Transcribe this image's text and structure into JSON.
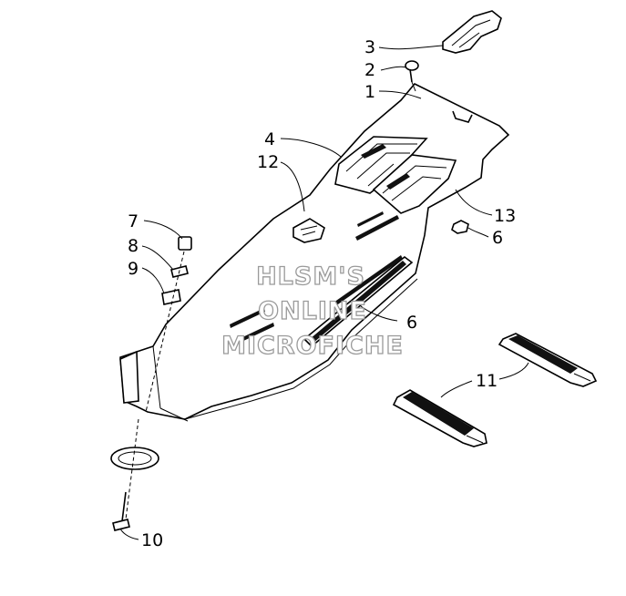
{
  "callouts": [
    {
      "id": "1",
      "label": "1"
    },
    {
      "id": "2",
      "label": "2"
    },
    {
      "id": "3",
      "label": "3"
    },
    {
      "id": "4",
      "label": "4"
    },
    {
      "id": "6a",
      "label": "6"
    },
    {
      "id": "6b",
      "label": "6"
    },
    {
      "id": "7",
      "label": "7"
    },
    {
      "id": "8",
      "label": "8"
    },
    {
      "id": "9",
      "label": "9"
    },
    {
      "id": "10",
      "label": "10"
    },
    {
      "id": "11",
      "label": "11"
    },
    {
      "id": "12",
      "label": "12"
    },
    {
      "id": "13",
      "label": "13"
    }
  ],
  "watermark": {
    "line1": "HLSM'S",
    "line2": "ONLINE",
    "line3": "MICROFICHE"
  },
  "colors": {
    "ink": "#000000",
    "paper": "#ffffff",
    "watermark_outline": "#9a9a9a"
  }
}
